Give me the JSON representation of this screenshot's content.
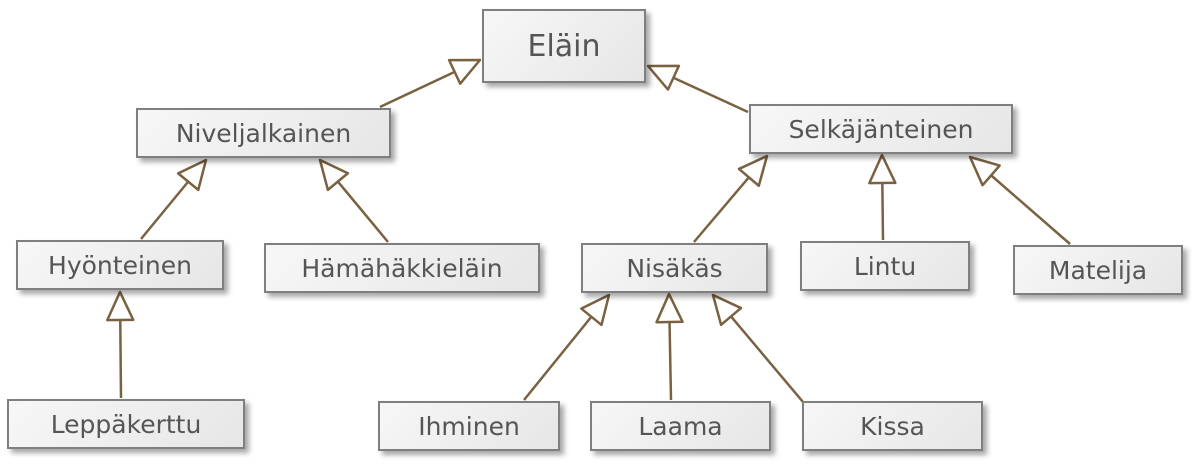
{
  "diagram": {
    "type": "class-inheritance",
    "colors": {
      "edge": "#7a6140",
      "box_border": "#7f7f7f",
      "text": "#555555"
    },
    "nodes": [
      {
        "id": "elain",
        "label": "Eläin"
      },
      {
        "id": "niveljalkainen",
        "label": "Niveljalkainen"
      },
      {
        "id": "selkajanteinen",
        "label": "Selkäjänteinen"
      },
      {
        "id": "hyonteinen",
        "label": "Hyönteinen"
      },
      {
        "id": "hamahakkielain",
        "label": "Hämähäkkieläin"
      },
      {
        "id": "nisakas",
        "label": "Nisäkäs"
      },
      {
        "id": "lintu",
        "label": "Lintu"
      },
      {
        "id": "matelija",
        "label": "Matelija"
      },
      {
        "id": "leppakerttu",
        "label": "Leppäkerttu"
      },
      {
        "id": "ihminen",
        "label": "Ihminen"
      },
      {
        "id": "laama",
        "label": "Laama"
      },
      {
        "id": "kissa",
        "label": "Kissa"
      }
    ],
    "edges": [
      {
        "child": "niveljalkainen",
        "parent": "elain"
      },
      {
        "child": "selkajanteinen",
        "parent": "elain"
      },
      {
        "child": "hyonteinen",
        "parent": "niveljalkainen"
      },
      {
        "child": "hamahakkielain",
        "parent": "niveljalkainen"
      },
      {
        "child": "nisakas",
        "parent": "selkajanteinen"
      },
      {
        "child": "lintu",
        "parent": "selkajanteinen"
      },
      {
        "child": "matelija",
        "parent": "selkajanteinen"
      },
      {
        "child": "leppakerttu",
        "parent": "hyonteinen"
      },
      {
        "child": "ihminen",
        "parent": "nisakas"
      },
      {
        "child": "laama",
        "parent": "nisakas"
      },
      {
        "child": "kissa",
        "parent": "nisakas"
      }
    ]
  }
}
